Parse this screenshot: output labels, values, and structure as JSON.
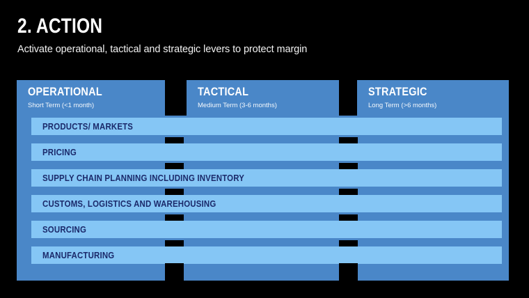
{
  "slide": {
    "title": "2. ACTION",
    "subtitle": "Activate operational, tactical and strategic levers to protect margin",
    "background_color": "#000000"
  },
  "colors": {
    "panel_blue": "#4a87c8",
    "bar_blue": "#85c6f5",
    "label_navy": "#1b2a6b",
    "text_white": "#ffffff",
    "separator_black": "#000000"
  },
  "matrix": {
    "columns": [
      {
        "title": "OPERATIONAL",
        "subtitle": "Short Term (<1 month)"
      },
      {
        "title": "TACTICAL",
        "subtitle": "Medium Term (3-6 months)"
      },
      {
        "title": "STRATEGIC",
        "subtitle": "Long Term (>6 months)"
      }
    ],
    "rows": [
      {
        "label": "PRODUCTS/ MARKETS"
      },
      {
        "label": "PRICING"
      },
      {
        "label": "SUPPLY CHAIN PLANNING INCLUDING INVENTORY"
      },
      {
        "label": "CUSTOMS, LOGISTICS AND WAREHOUSING"
      },
      {
        "label": "SOURCING"
      },
      {
        "label": "MANUFACTURING"
      }
    ]
  }
}
